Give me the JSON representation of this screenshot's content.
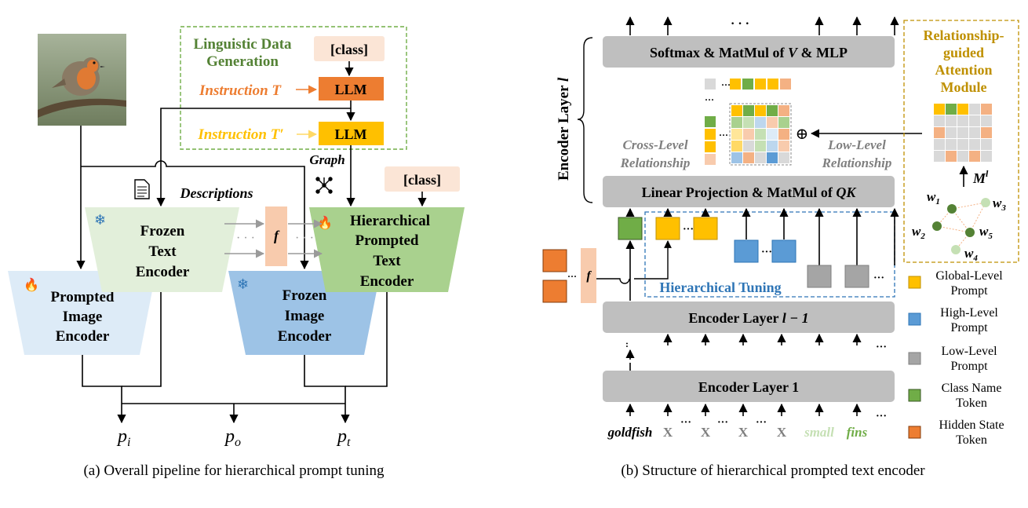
{
  "panel_a": {
    "caption": "(a)  Overall pipeline for hierarchical prompt tuning",
    "ldg_title_1": "Linguistic Data",
    "ldg_title_2": "Generation",
    "class_1": "[class]",
    "class_2": "[class]",
    "instruction_t": "Instruction T",
    "instruction_tp": "Instruction T′",
    "llm_1": "LLM",
    "llm_2": "LLM",
    "graph": "Graph",
    "descriptions": "Descriptions",
    "frozen_text_1": "Frozen",
    "frozen_text_2": "Text",
    "frozen_text_3": "Encoder",
    "hier_1": "Hierarchical",
    "hier_2": "Prompted",
    "hier_3": "Text",
    "hier_4": "Encoder",
    "prompted_img_1": "Prompted",
    "prompted_img_2": "Image",
    "prompted_img_3": "Encoder",
    "frozen_img_1": "Frozen",
    "frozen_img_2": "Image",
    "frozen_img_3": "Encoder",
    "f_label": "f",
    "p_i": "p",
    "p_i_sub": "i",
    "p_o": "p",
    "p_o_sub": "o",
    "p_t": "p",
    "p_t_sub": "t"
  },
  "panel_b": {
    "caption": "(b)  Structure of hierarchical prompted text encoder",
    "encoder_layer_l": "Encoder Layer ",
    "encoder_layer_l_var": "l",
    "softmax": "Softmax & MatMul of ",
    "softmax_v": "V",
    "softmax_end": " & MLP",
    "linear_proj": "Linear Projection & MatMul of ",
    "linear_proj_qk": "QK",
    "cross_level_1": "Cross-Level",
    "cross_level_2": "Relationship",
    "low_level_1": "Low-Level",
    "low_level_2": "Relationship",
    "hier_tuning": "Hierarchical Tuning",
    "enc_layer_lm1": "Encoder Layer ",
    "enc_layer_lm1_var": "l − 1",
    "enc_layer_1": "Encoder Layer 1",
    "rgam_1": "Relationship-",
    "rgam_2": "guided",
    "rgam_3": "Attention",
    "rgam_4": "Module",
    "m_label": "M",
    "m_sup": "l",
    "w1": "w",
    "w1_sub": "1",
    "w2": "w",
    "w2_sub": "2",
    "w3": "w",
    "w3_sub": "3",
    "w4": "w",
    "w4_sub": "4",
    "w5": "w",
    "w5_sub": "5",
    "f_label": "f",
    "tokens": [
      "goldfish",
      "X",
      "X",
      "X",
      "X",
      "small",
      "fins"
    ],
    "legend": [
      {
        "l1": "Global-Level",
        "l2": "Prompt",
        "color": "#ffc000"
      },
      {
        "l1": "High-Level",
        "l2": "Prompt",
        "color": "#5b9bd5"
      },
      {
        "l1": "Low-Level",
        "l2": "Prompt",
        "color": "#a5a5a5"
      },
      {
        "l1": "Class Name",
        "l2": "Token",
        "color": "#70ad47"
      },
      {
        "l1": "Hidden State",
        "l2": "Token",
        "color": "#ed7d31"
      }
    ]
  }
}
